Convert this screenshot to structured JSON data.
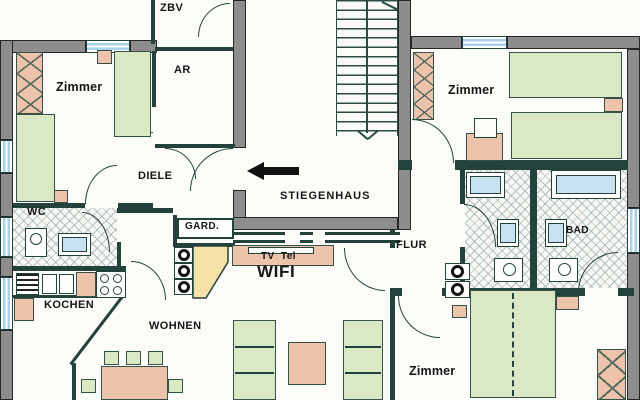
{
  "plan": {
    "type": "apartment-floor-plan",
    "labels": {
      "zbv": "ZBV",
      "ar": "AR",
      "zimmer_top_left": "Zimmer",
      "zimmer_top_right": "Zimmer",
      "zimmer_bottom_right": "Zimmer",
      "diele": "DIELE",
      "stiegenhaus": "STIEGENHAUS",
      "wc": "WC",
      "gard": "GARD.",
      "kochen": "KOCHEN",
      "wohnen": "WOHNEN",
      "flur": "FLUR",
      "bad": "BAD",
      "tv_tel": "TV  Tel",
      "wifi": "WIFI"
    },
    "icons": {
      "stiegenhaus_arrow": "left-arrow",
      "stairs_direction_arrow": "down-chevron"
    },
    "colors": {
      "wall_gray": "#8d8d8d",
      "line_dark": "#24423c",
      "furniture_green": "#dbe8c6",
      "furniture_pink": "#edc4ab",
      "window_blue": "#a9d2ea",
      "cabinet_yellow": "#f6e2a9",
      "floor_white": "#fbfbf8",
      "arrow_black": "#111111"
    }
  }
}
